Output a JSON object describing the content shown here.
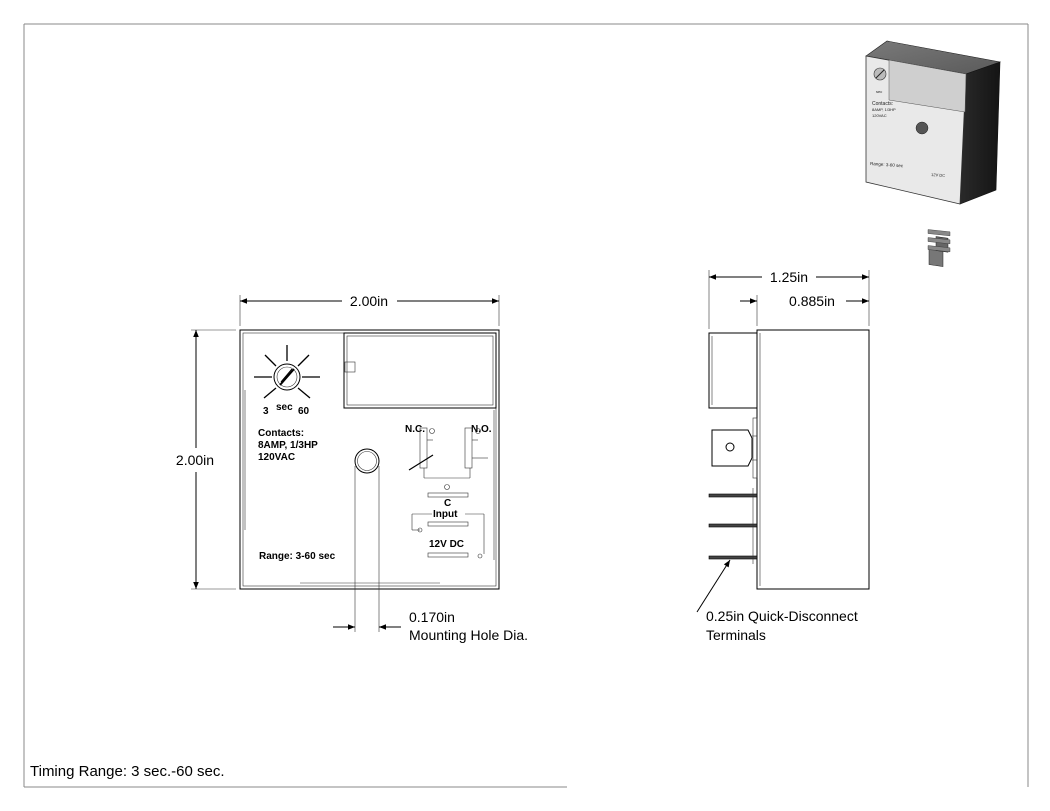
{
  "front_view": {
    "width_dim": "2.00in",
    "height_dim": "2.00in",
    "dial_min": "3",
    "dial_unit": "sec",
    "dial_max": "60",
    "contacts_title": "Contacts:",
    "contacts_rating": "8AMP, 1/3HP",
    "contacts_voltage": "120VAC",
    "range_label": "Range: 3-60 sec",
    "nc_label": "N.C.",
    "no_label": "N.O.",
    "c_label": "C",
    "input_label": "Input",
    "input_voltage": "12V DC",
    "hole_dim": "0.170in",
    "hole_note": "Mounting Hole Dia."
  },
  "side_view": {
    "overall_dim": "1.25in",
    "body_dim": "0.885in",
    "terminal_note_1": "0.25in Quick-Disconnect",
    "terminal_note_2": "Terminals"
  },
  "iso_view": {
    "contacts_title": "Contacts:",
    "contacts_rating": "8AMP, 1/3HP",
    "contacts_voltage": "120VAC",
    "range_label": "Range: 3-60 sec",
    "input_voltage": "12V DC",
    "dial_unit": "sec"
  },
  "title_block": {
    "timing_range": "Timing Range: 3 sec.-60 sec."
  }
}
